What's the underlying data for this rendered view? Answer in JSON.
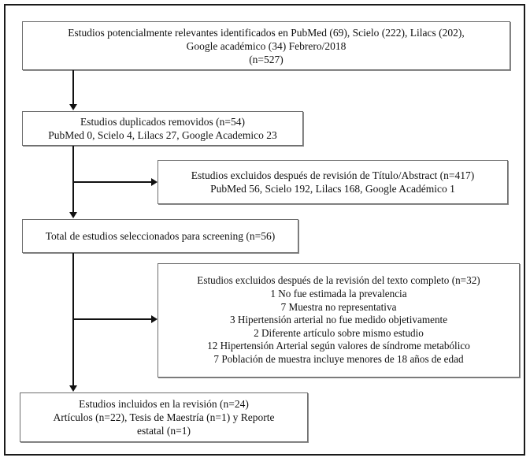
{
  "figure": {
    "type": "prisma-flow-diagram",
    "language": "es",
    "border_color": "#1a1a1a",
    "box_border_color": "#6e6e6e",
    "connector_color": "#111111"
  },
  "boxes": {
    "identified": {
      "name": "estudios-identificados",
      "line1": "Estudios potencialmente relevantes identificados en PubMed (69), Scielo (222), Lilacs (202),",
      "line2": "Google académico (34) Febrero/2018",
      "line3": "(n=527)"
    },
    "duplicates": {
      "name": "estudios-duplicados-removidos",
      "line1": "Estudios duplicados removidos (n=54)",
      "line2": "PubMed 0, Scielo 4, Lilacs 27, Google Academico 23"
    },
    "excluded_title_abstract": {
      "name": "excluidos-titulo-abstract",
      "line1": "Estudios excluidos después de revisión de Título/Abstract (n=417)",
      "line2": "PubMed 56, Scielo 192, Lilacs 168, Google Académico 1"
    },
    "screening": {
      "name": "total-estudios-screening",
      "line1": "Total de estudios seleccionados para screening (n=56)"
    },
    "excluded_fulltext": {
      "name": "excluidos-texto-completo",
      "line1": "Estudios excluidos después de la revisión del texto completo (n=32)",
      "line2": "1 No fue estimada la prevalencia",
      "line3": "7 Muestra no representativa",
      "line4": "3 Hipertensión arterial no fue medido objetivamente",
      "line5": "2 Diferente artículo sobre mismo estudio",
      "line6": "12 Hipertensión Arterial según valores de síndrome metabólico",
      "line7": "7 Población de muestra incluye menores de 18 años de edad"
    },
    "included": {
      "name": "estudios-incluidos",
      "line1": "Estudios incluidos en la revisión (n=24)",
      "line2": "Artículos (n=22), Tesis de Maestría (n=1) y Reporte",
      "line3": "estatal (n=1)"
    }
  },
  "counts": {
    "pubmed_identified": 69,
    "scielo_identified": 222,
    "lilacs_identified": 202,
    "google_identified": 34,
    "total_identified": 527,
    "duplicates_removed": 54,
    "duplicates_pubmed": 0,
    "duplicates_scielo": 4,
    "duplicates_lilacs": 27,
    "duplicates_google": 23,
    "excluded_title_abstract": 417,
    "excluded_ta_pubmed": 56,
    "excluded_ta_scielo": 192,
    "excluded_ta_lilacs": 168,
    "excluded_ta_google": 1,
    "screening_total": 56,
    "excluded_fulltext": 32,
    "included_total": 24,
    "included_articles": 22,
    "included_thesis": 1,
    "included_state_report": 1,
    "search_date": "Febrero/2018"
  }
}
